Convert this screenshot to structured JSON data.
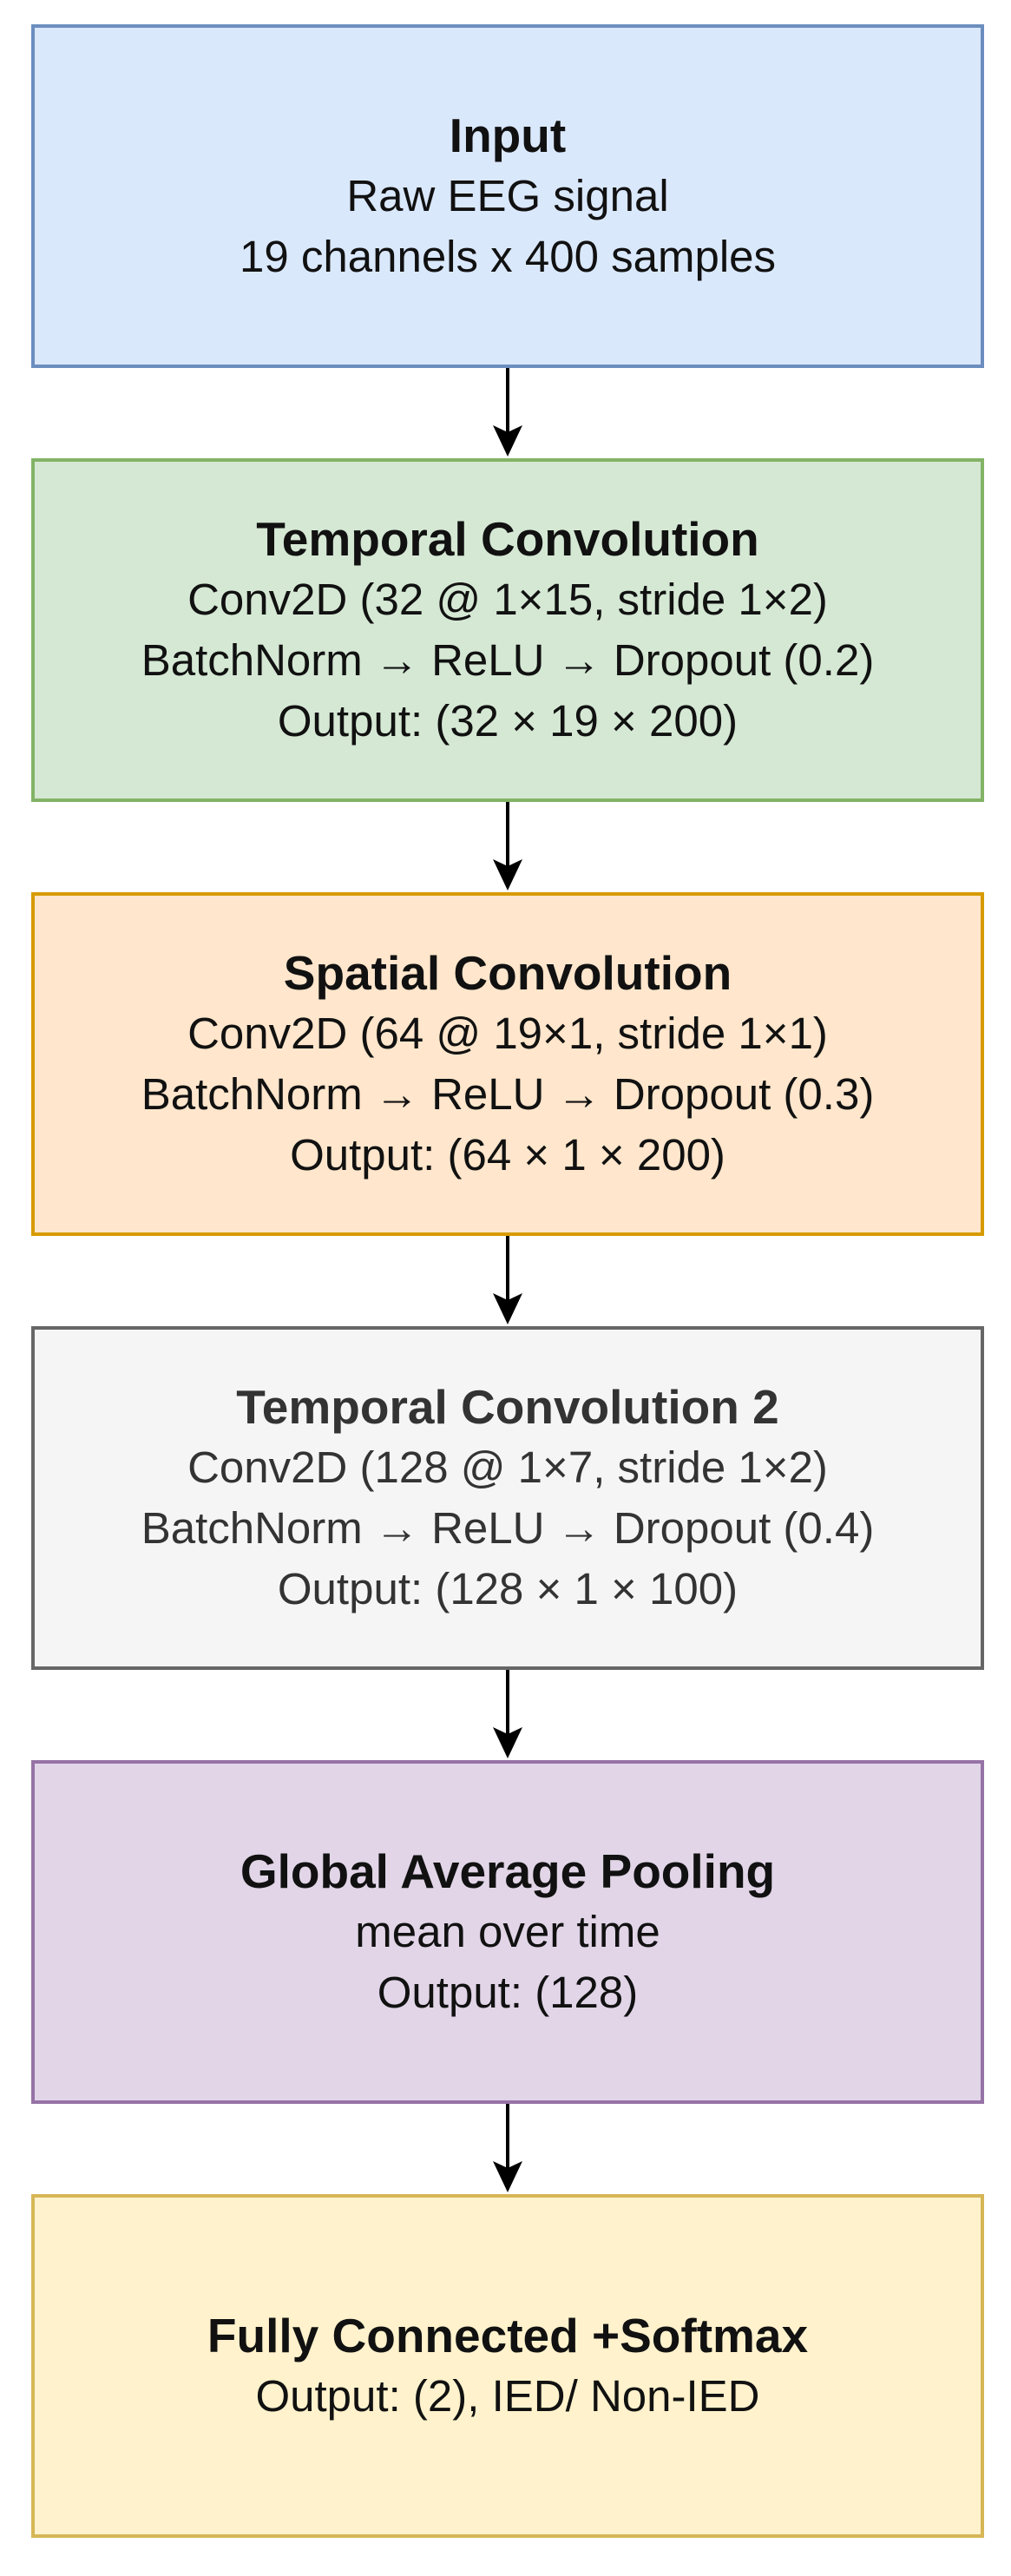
{
  "blocks": [
    {
      "title": "Input",
      "lines": [
        "Raw EEG signal",
        "19 channels x 400 samples"
      ],
      "fill": "#dae8fc",
      "stroke": "#6c8ebf"
    },
    {
      "title": "Temporal Convolution",
      "lines": [
        "Conv2D (32 @ 1×15, stride 1×2)",
        "BatchNorm → ReLU → Dropout (0.2)",
        "Output: (32 × 19 × 200)"
      ],
      "fill": "#d5e8d4",
      "stroke": "#82b366"
    },
    {
      "title": "Spatial Convolution",
      "lines": [
        "Conv2D (64 @ 19×1, stride 1×1)",
        "BatchNorm → ReLU → Dropout (0.3)",
        "Output: (64 × 1 × 200)"
      ],
      "fill": "#ffe6cc",
      "stroke": "#d79b00"
    },
    {
      "title": "Temporal Convolution 2",
      "lines": [
        "Conv2D (128 @ 1×7, stride 1×2)",
        "BatchNorm → ReLU → Dropout (0.4)",
        "Output: (128 × 1 × 100)"
      ],
      "fill": "#f5f5f5",
      "stroke": "#666666"
    },
    {
      "title": "Global Average Pooling",
      "lines": [
        "mean over time",
        "Output: (128)"
      ],
      "fill": "#e1d5e7",
      "stroke": "#9673a6"
    },
    {
      "title": "Fully Connected +Softmax",
      "lines": [
        "Output: (2), IED/ Non-IED"
      ],
      "fill": "#fff2cc",
      "stroke": "#d6b656"
    }
  ],
  "arrow_color": "#000000"
}
